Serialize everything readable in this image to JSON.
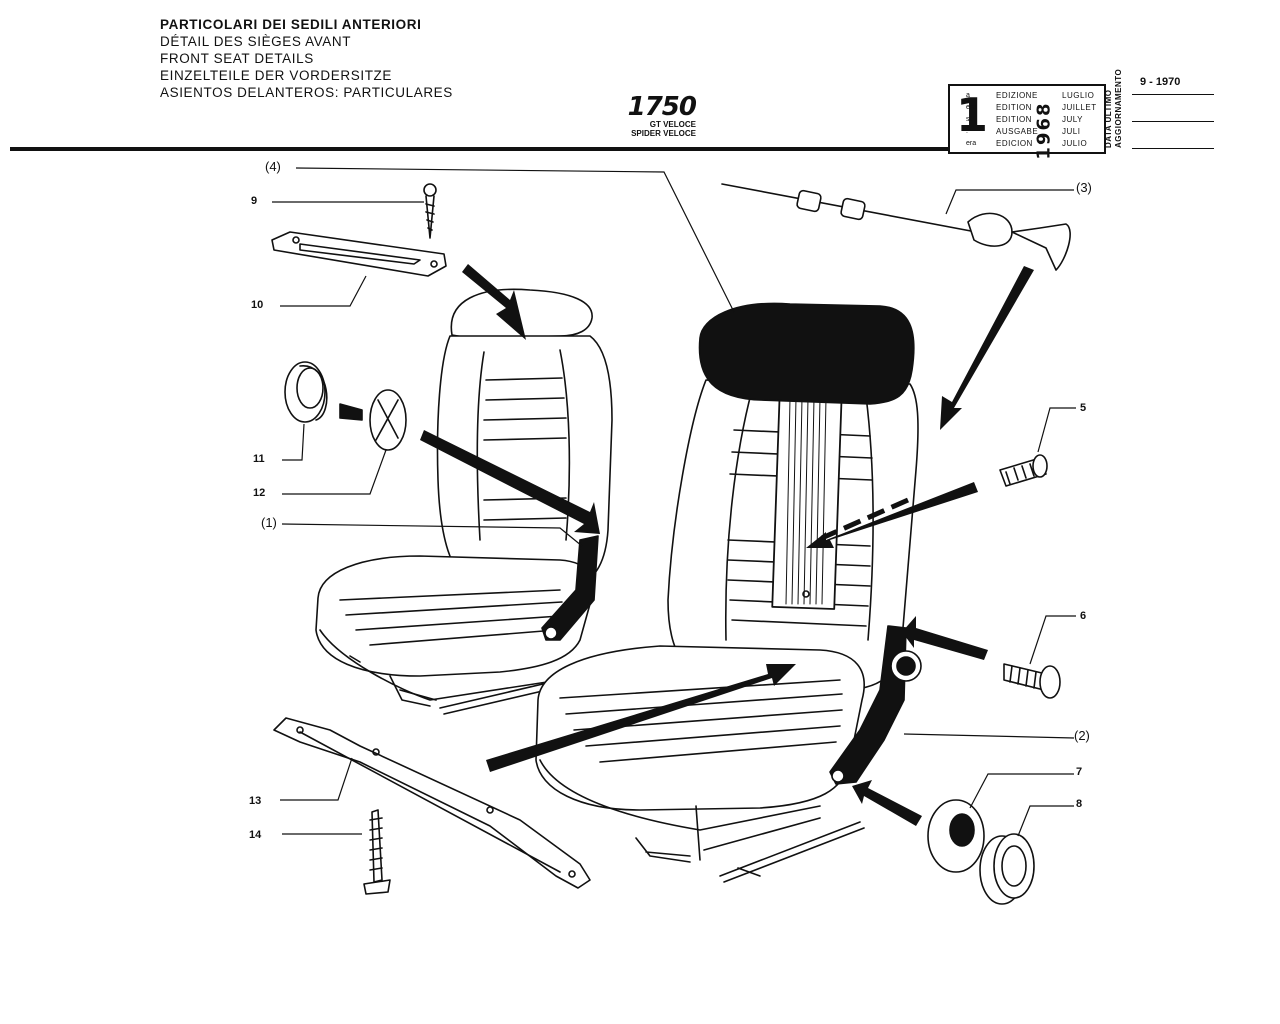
{
  "header": {
    "titles": [
      "PARTICOLARI DEI SEDILI ANTERIORI",
      "DÉTAIL DES SIÈGES AVANT",
      "FRONT SEAT DETAILS",
      "EINZELTEILE DER VORDERSITZE",
      "ASIENTOS DELANTEROS: PARTICULARES"
    ],
    "model": "1750",
    "model_variants": [
      "GT VELOCE",
      "SPIDER VELOCE"
    ]
  },
  "edition": {
    "number": "1",
    "ordinals": [
      "a",
      "ere",
      "st",
      ".",
      "era"
    ],
    "labels": [
      "EDIZIONE",
      "EDITION",
      "EDITION",
      "AUSGABE",
      "EDICION"
    ],
    "year": "1968",
    "months": [
      "LUGLIO",
      "JUILLET",
      "JULY",
      "JULI",
      "JULIO"
    ],
    "update_label": [
      "DATA ULTIMO",
      "AGGIORNAMENTO"
    ],
    "update_date": "9 - 1970"
  },
  "callouts": [
    "9",
    "10",
    "11",
    "12",
    "(1)",
    "(4)",
    "(3)",
    "5",
    "6",
    "(2)",
    "7",
    "8",
    "13",
    "14"
  ]
}
